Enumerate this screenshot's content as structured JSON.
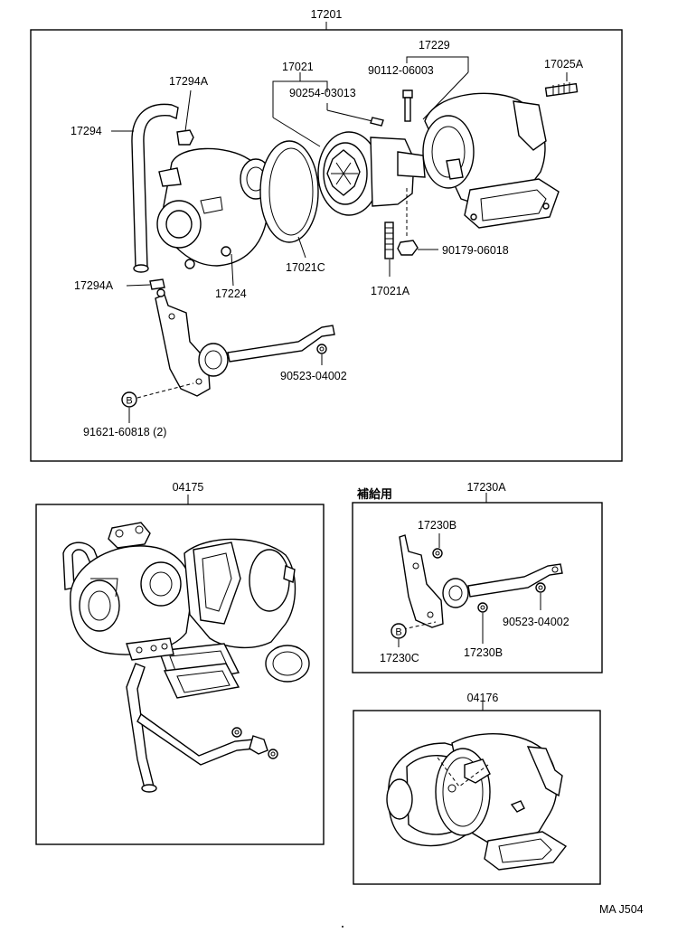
{
  "main_box": {
    "assembly_number": "17201",
    "callouts": {
      "turbo_pipe": "17294",
      "pipe_clip_upper": "17294A",
      "pipe_clip_lower": "17294A",
      "cartridge": "17021",
      "cartridge_pin": "90254-03013",
      "gasket": "17021C",
      "turbine_housing_group": "17229",
      "turbine_bolt": "90112-06003",
      "stud_bolt": "17025A",
      "compressor_housing": "17224",
      "stud": "17021A",
      "nut": "90179-06018",
      "actuator_clip": "90523-04002",
      "actuator_bolt": "91621-60818 (2)",
      "bolt_marker": "B"
    }
  },
  "assembly_box": {
    "number": "04175"
  },
  "actuator_box": {
    "number": "17230A",
    "note": "補給用",
    "callouts": {
      "washer": "17230B",
      "clip": "90523-04002",
      "bolt": "17230C",
      "washer_lower": "17230B",
      "bolt_marker": "B"
    }
  },
  "housing_box": {
    "number": "04176"
  },
  "footer": {
    "code": "MA  J504"
  }
}
